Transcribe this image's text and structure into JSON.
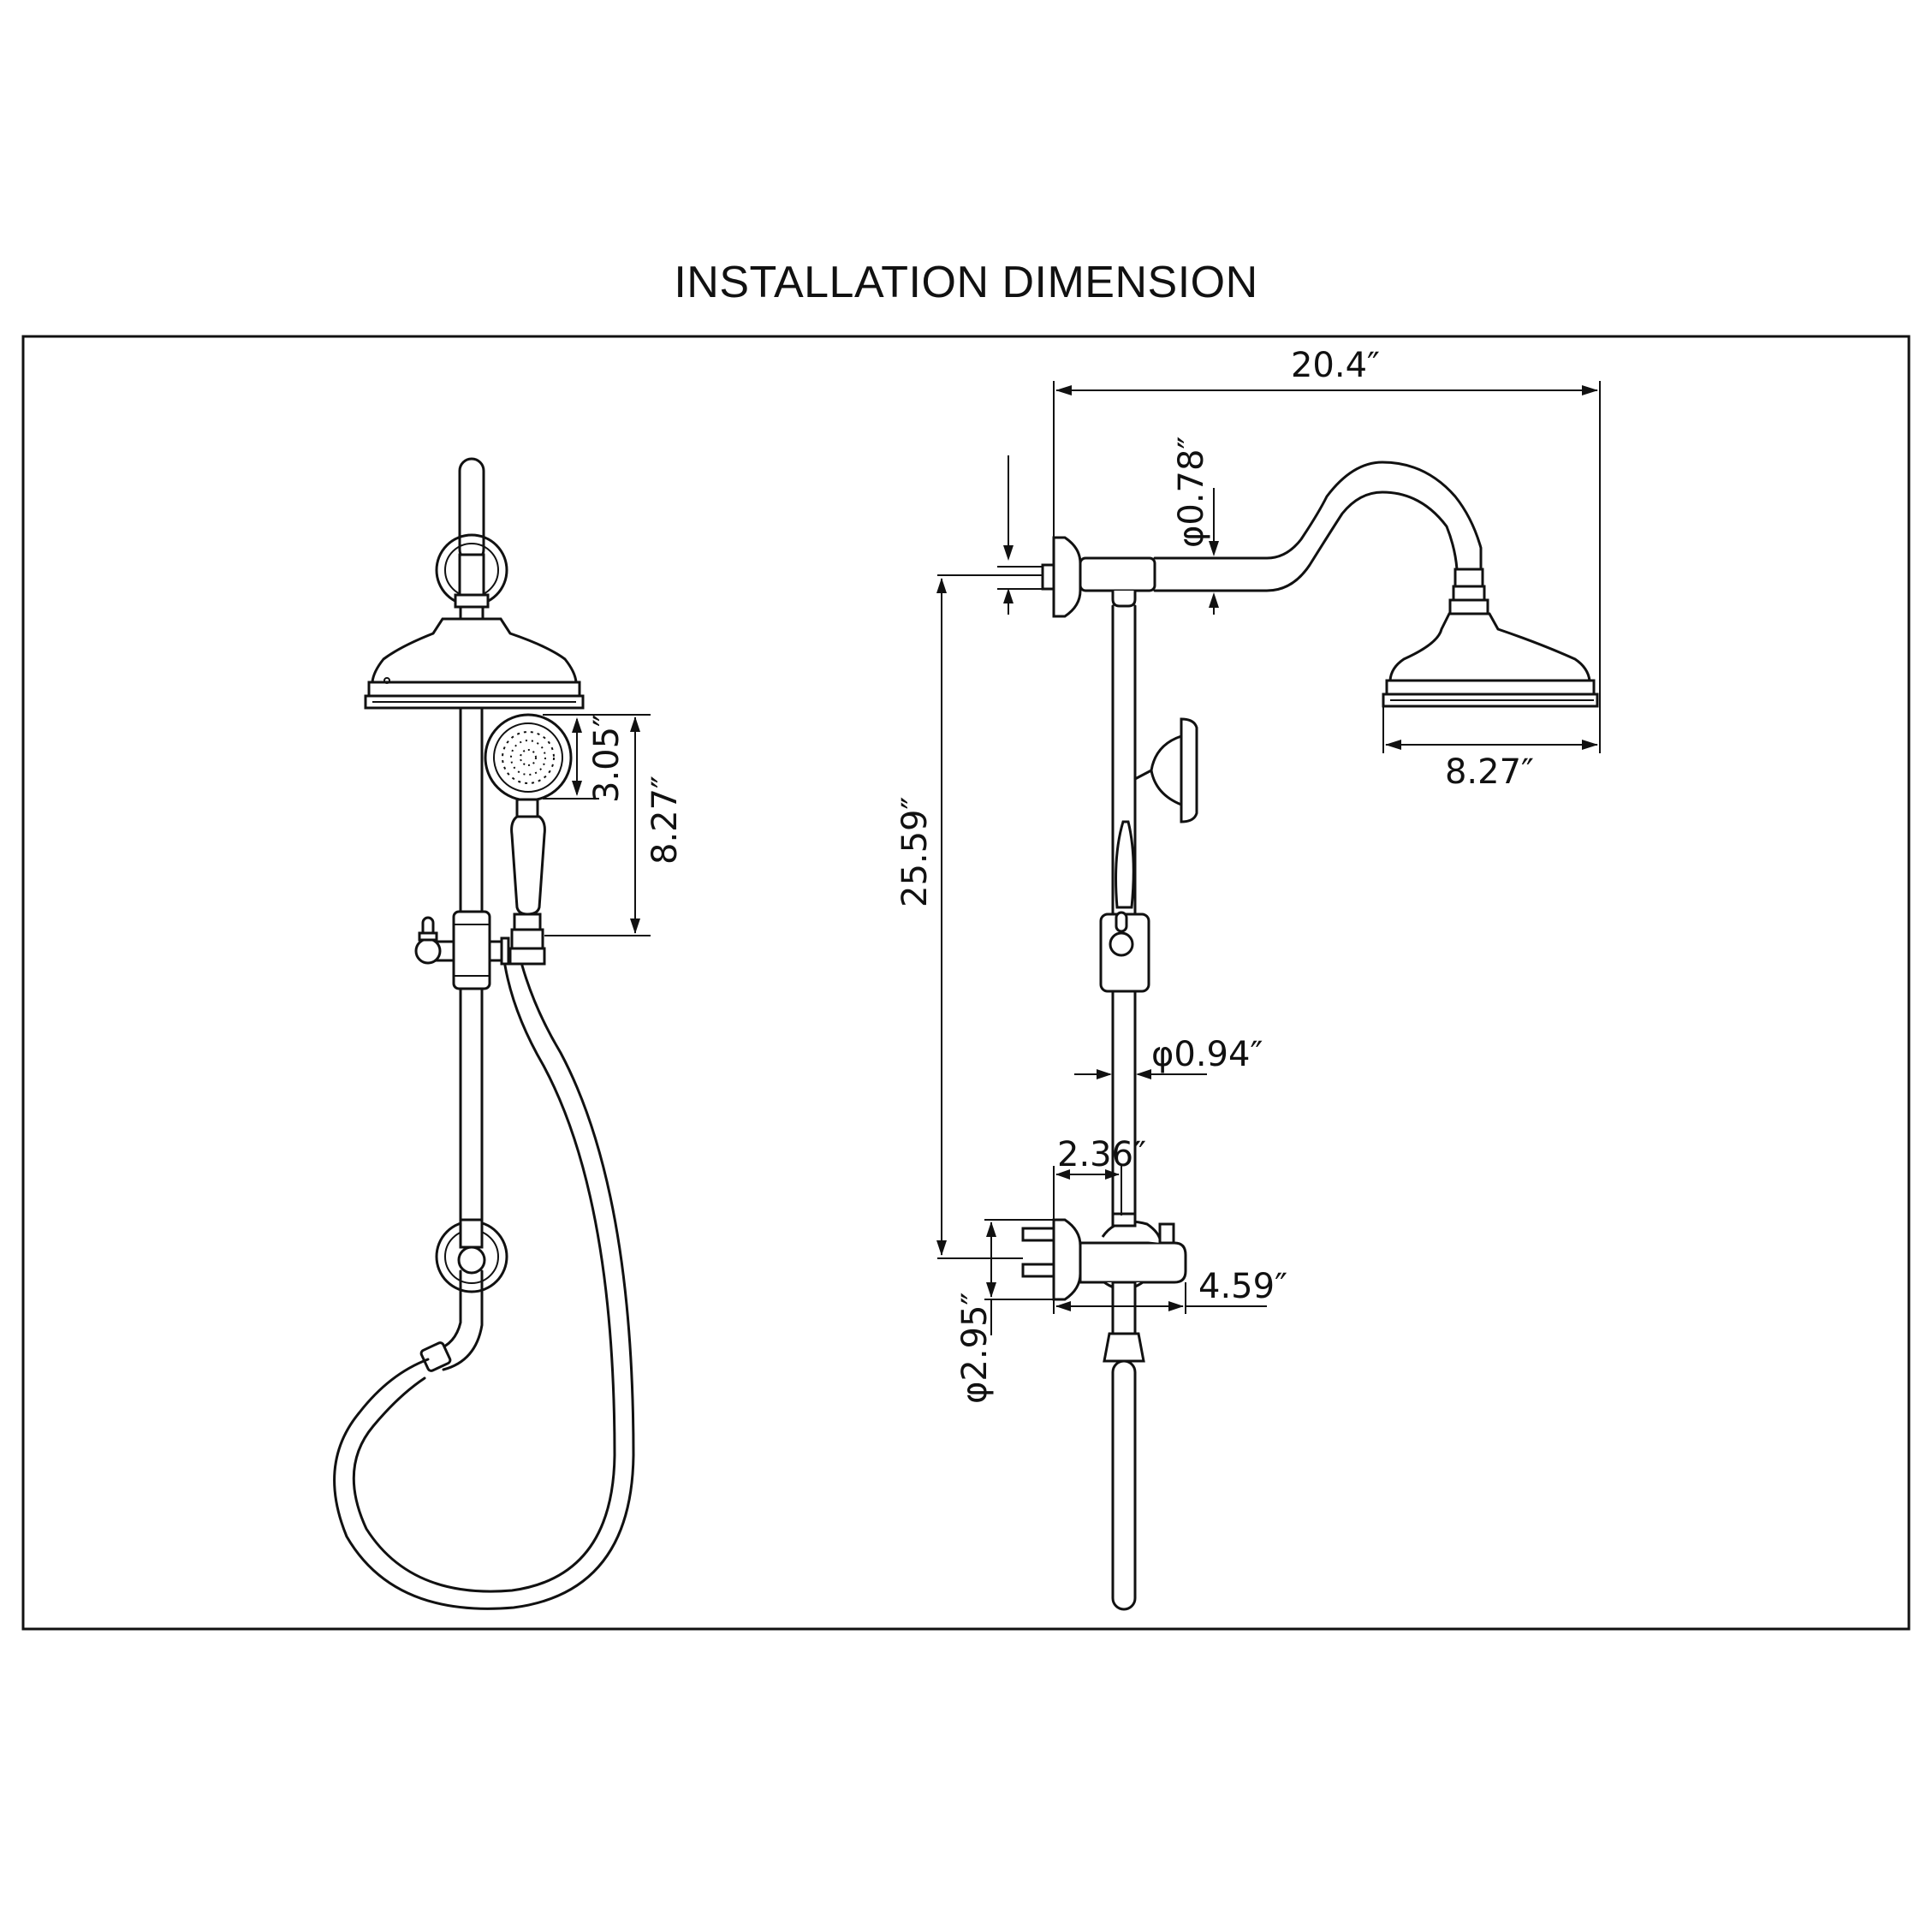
{
  "title": "INSTALLATION DIMENSION",
  "dimensions": {
    "overall_width": "20.4″",
    "arm_diameter": "φ0.78″",
    "head_diameter": "8.27″",
    "height_to_top": "25.59″",
    "rod_diameter": "φ0.94″",
    "rod_offset": "2.36″",
    "valve_depth": "4.59″",
    "flange_diameter": "φ2.95″",
    "handshower_head": "3.05″",
    "handshower_length": "8.27″"
  }
}
